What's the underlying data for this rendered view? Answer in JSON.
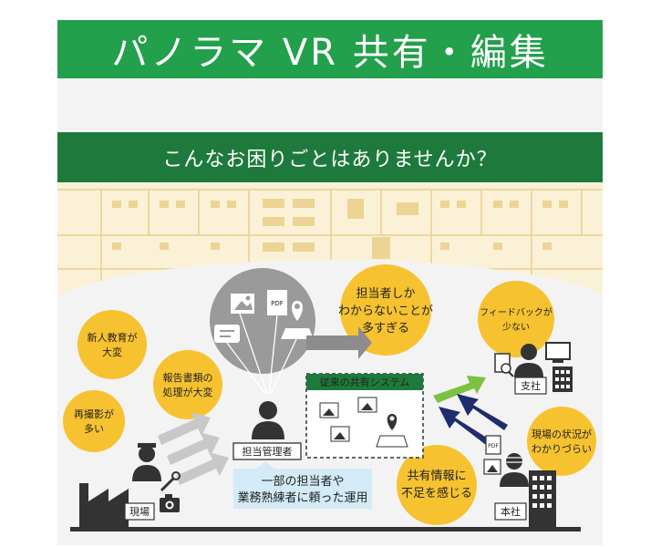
{
  "header": {
    "title": "パノラマ VR 共有・編集"
  },
  "subheader": {
    "text": "こんなお困りごとはありませんか？"
  },
  "bubbles": {
    "training": [
      "新人教育が",
      "大変"
    ],
    "reports": [
      "報告書類の",
      "処理が大変"
    ],
    "reshoot": [
      "再撮影が",
      "多い"
    ],
    "unknown": [
      "担当者しか",
      "わからないことが",
      "多すぎる"
    ],
    "feedback": [
      "フィードバックが",
      "少ない"
    ],
    "situation": [
      "現場の状況が",
      "わかりづらい"
    ],
    "shortage": [
      "共有情報に",
      "不足を感じる"
    ]
  },
  "labels": {
    "site": "現場",
    "manager": "担当管理者",
    "legacy_system": "従来の共有システム",
    "branch": "支社",
    "head_office": "本社",
    "icon_pdf": "PDF"
  },
  "callout": {
    "lines": [
      "一部の担当者や",
      "業務熟練者に頼った運用"
    ]
  },
  "colors": {
    "title_green": "#22a04b",
    "subtitle_green": "#1e7a3c",
    "bubble_yellow": "#f6c22f",
    "icon_gray": "#9a9a9a",
    "callout_blue": "#d3ebf7",
    "navy_arrow": "#1e2d6e",
    "green_arrow": "#7cc242"
  }
}
